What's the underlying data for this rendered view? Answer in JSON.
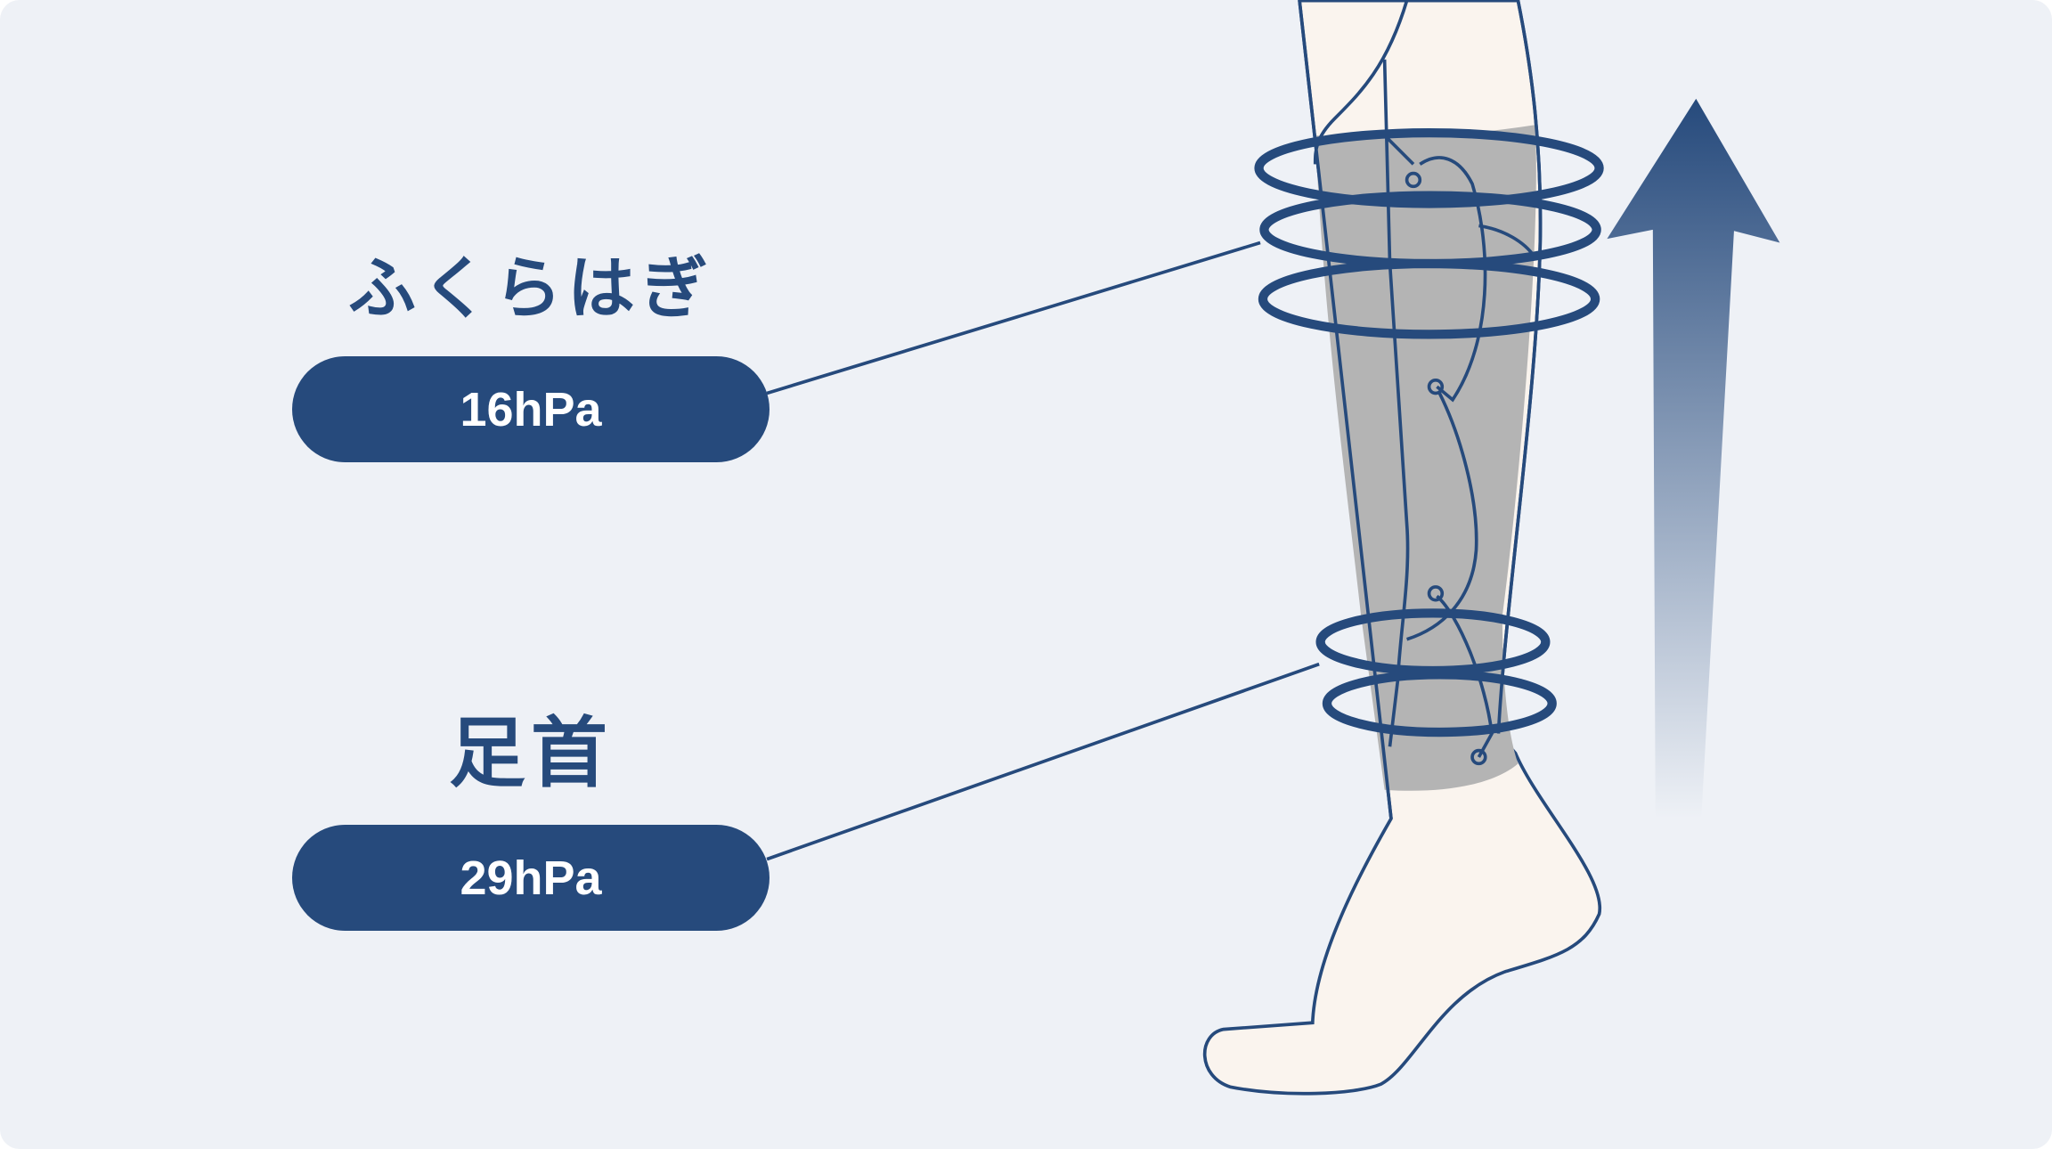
{
  "calf": {
    "label": "ふくらはぎ",
    "pressure": "16hPa"
  },
  "ankle": {
    "label": "足首",
    "pressure": "29hPa"
  },
  "colors": {
    "navy": "#264A7C",
    "background": "#EEF1F6",
    "skin": "#FAF4EE",
    "sock": "#B4B4B4"
  }
}
